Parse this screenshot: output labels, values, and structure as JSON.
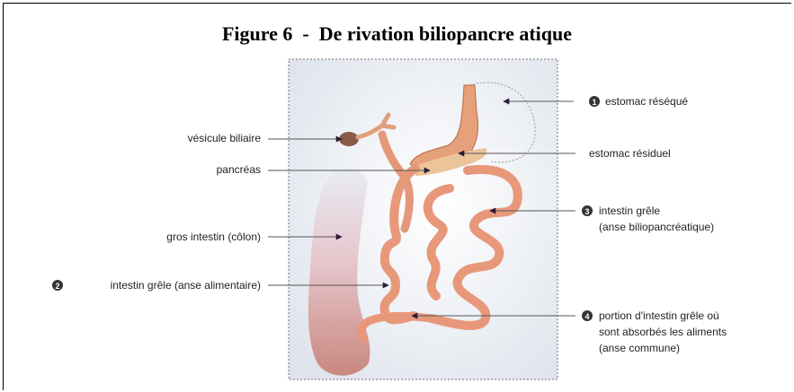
{
  "figure": {
    "title": "Figure 6  -  De rivation biliopancre atique"
  },
  "labels": {
    "vesicule": "vésicule biliaire",
    "pancreas": "pancréas",
    "colon": "gros intestin (côlon)",
    "alimentary": "intestin grêle (anse alimentaire)",
    "stomach_resected": "estomac réséqué",
    "stomach_residual": "estomac résiduel",
    "biliopancreatic_line1": "intestin grêle",
    "biliopancreatic_line2": "(anse biliopancréatique)",
    "common_line1": "portion d'intestin grêle où",
    "common_line2": "sont absorbés les aliments",
    "common_line3": "(anse commune)"
  },
  "markers": {
    "m1": "1",
    "m2": "2",
    "m3": "3",
    "m4": "4"
  },
  "colors": {
    "organ": "#e8a07c",
    "organ_dark": "#b86a4a",
    "colon": "#d89a93",
    "panel": "#eef1f5",
    "marker": "#333333"
  }
}
